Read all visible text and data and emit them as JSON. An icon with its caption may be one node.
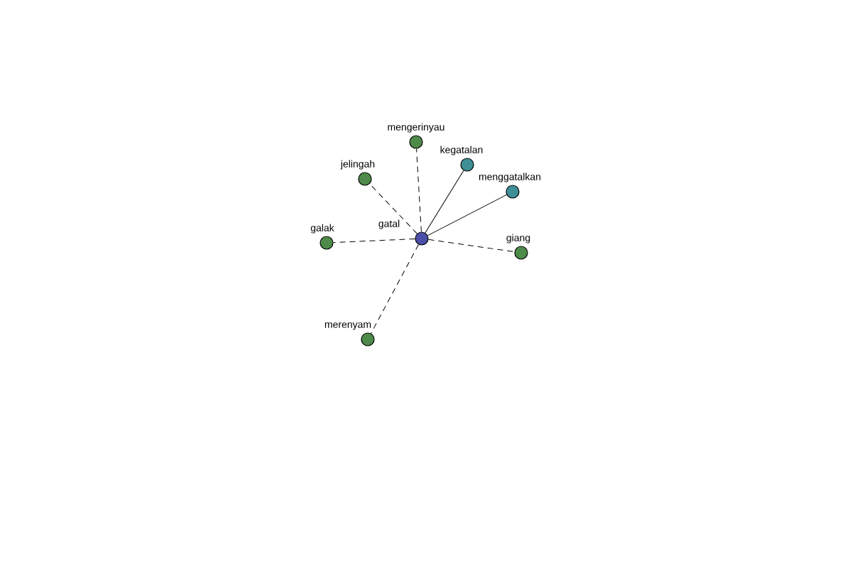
{
  "diagram": {
    "nodes": [
      {
        "text": [
          "gatal"
        ]
      },
      {
        "text": [
          "mengerinyau"
        ]
      },
      {
        "text": [
          "jelingah"
        ]
      },
      {
        "text": [
          "kegatalan"
        ]
      },
      {
        "text": [
          "menggatalkan"
        ]
      },
      {
        "text": [
          "galak"
        ]
      },
      {
        "text": [
          "giang"
        ]
      },
      {
        "text": [
          "merenyam"
        ]
      }
    ],
    "edges": [
      {
        "from": 0,
        "to": 1,
        "arrow": "none",
        "style": "dashed"
      },
      {
        "from": 0,
        "to": 2,
        "arrow": "none",
        "style": "dashed"
      },
      {
        "from": 0,
        "to": 3,
        "arrow": "none"
      },
      {
        "from": 0,
        "to": 4,
        "arrow": "none"
      },
      {
        "from": 0,
        "to": 5,
        "arrow": "none",
        "style": "dashed"
      },
      {
        "from": 0,
        "to": 6,
        "arrow": "none",
        "style": "dashed"
      },
      {
        "from": 0,
        "to": 7,
        "arrow": "none",
        "style": "dashed"
      }
    ]
  }
}
